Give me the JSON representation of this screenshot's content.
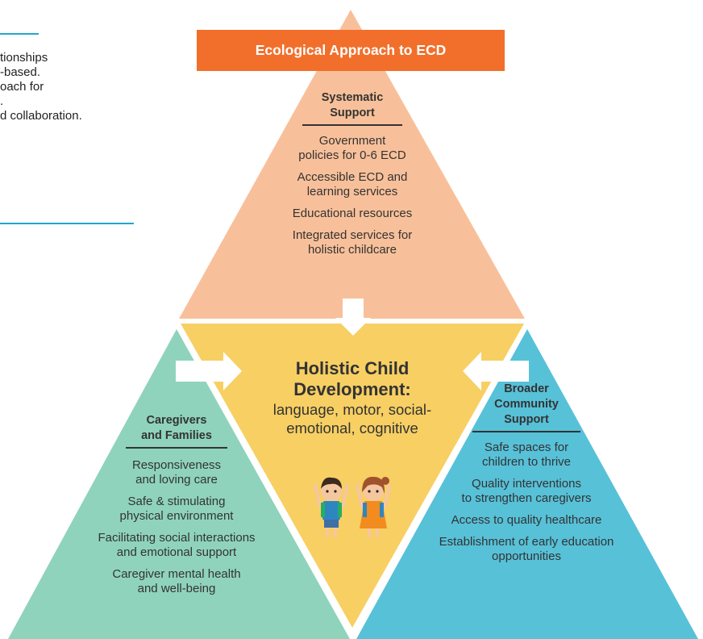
{
  "left_panel": {
    "lines": [
      "tionships",
      "-based.",
      "oach for",
      ".",
      "d collaboration."
    ]
  },
  "banner": {
    "title": "Ecological Approach to ECD"
  },
  "top_section": {
    "title": [
      "Systematic",
      "Support"
    ],
    "items": [
      [
        "Government",
        "policies for 0-6 ECD"
      ],
      [
        "Accessible ECD and",
        "learning services"
      ],
      [
        "Educational resources"
      ],
      [
        "Integrated services for",
        "holistic childcare"
      ]
    ]
  },
  "center": {
    "title": [
      "Holistic Child",
      "Development:"
    ],
    "subtitle": [
      "language, motor, social-",
      "emotional, cognitive"
    ]
  },
  "left_section": {
    "title": [
      "Caregivers",
      "and Families"
    ],
    "items": [
      [
        "Responsiveness",
        "and loving care"
      ],
      [
        "Safe & stimulating",
        "physical environment"
      ],
      [
        "Facilitating social interactions",
        "and emotional support"
      ],
      [
        "Caregiver mental health",
        "and well-being"
      ]
    ]
  },
  "right_section": {
    "title": [
      "Broader",
      "Community",
      "Support"
    ],
    "items": [
      [
        "Safe spaces for",
        "children to thrive"
      ],
      [
        "Quality interventions",
        "to strengthen caregivers"
      ],
      [
        "Access to quality healthcare"
      ],
      [
        "Establishment of early education",
        "opportunities"
      ]
    ]
  },
  "colors": {
    "banner": "#f26f2b",
    "top_triangle": "#f8c09a",
    "center_triangle": "#f7cf63",
    "left_triangle": "#8fd3bd",
    "right_triangle": "#57c1d8",
    "accent_rule": "#21a6cf"
  },
  "icons": [
    "arrow-down-icon",
    "arrow-right-icon",
    "arrow-left-icon",
    "children-illustration-icon"
  ]
}
